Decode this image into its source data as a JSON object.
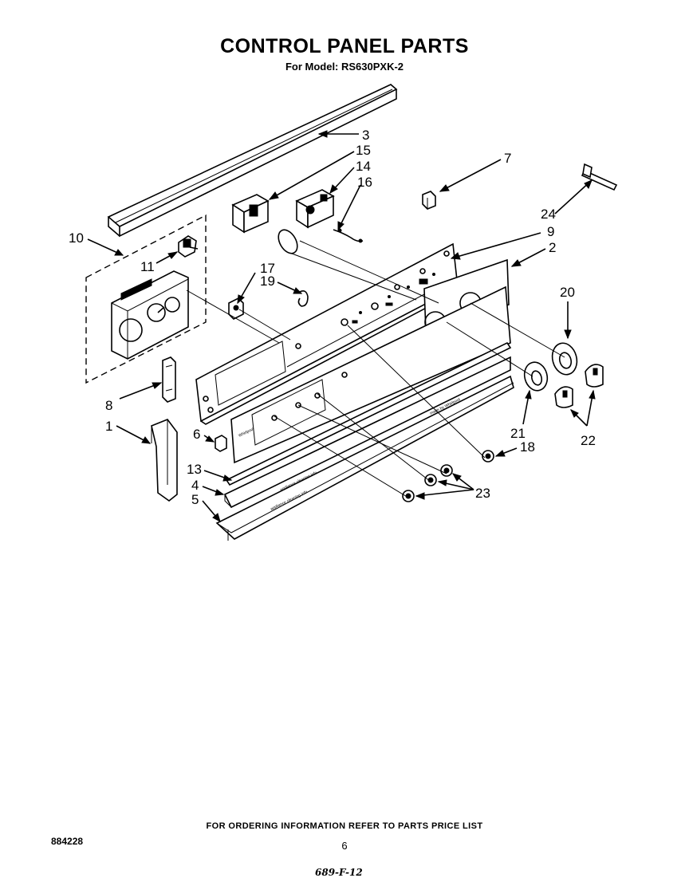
{
  "header": {
    "title": "CONTROL PANEL PARTS",
    "subtitle": "For Model: RS630PXK-2"
  },
  "callouts": [
    "1",
    "2",
    "3",
    "4",
    "5",
    "6",
    "7",
    "8",
    "9",
    "10",
    "11",
    "13",
    "14",
    "15",
    "16",
    "17",
    "18",
    "19",
    "20",
    "21",
    "22",
    "23",
    "24"
  ],
  "footer": {
    "ordering_note": "FOR ORDERING INFORMATION REFER TO PARTS PRICE LIST",
    "doc_number": "884228",
    "page_number": "6",
    "handwritten_code": "689-F-12"
  }
}
